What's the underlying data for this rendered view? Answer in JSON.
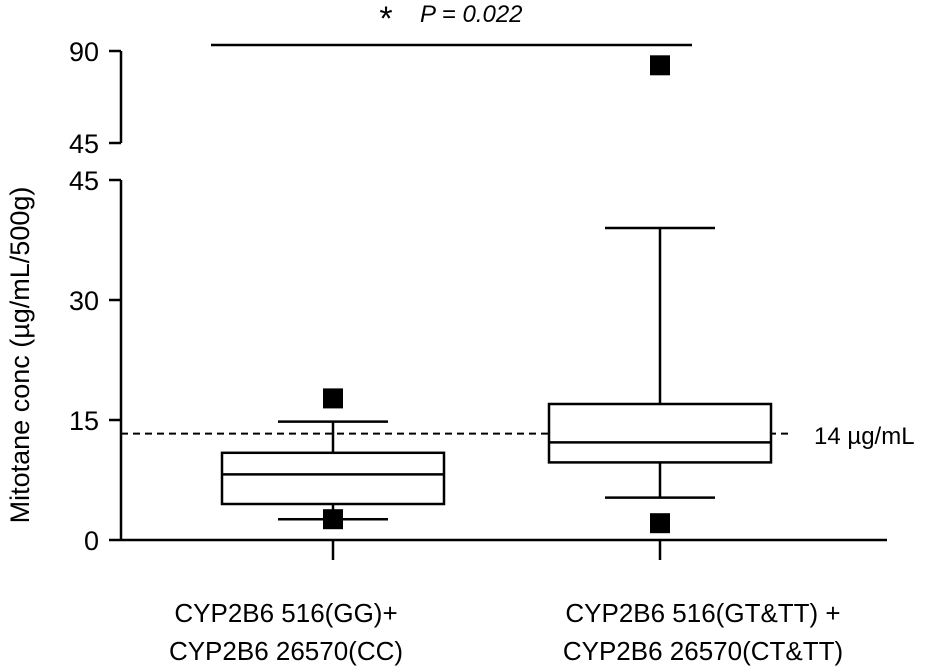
{
  "chart_data": {
    "type": "box",
    "ylabel": "Mitotane conc (µg/mL/500g)",
    "yaxis": {
      "broken": true,
      "lower_segment": {
        "range": [
          0,
          45
        ],
        "ticks": [
          0,
          15,
          30,
          45
        ],
        "tick_labels": [
          "0",
          "15",
          "30",
          "45"
        ]
      },
      "upper_segment": {
        "range": [
          45,
          90
        ],
        "ticks": [
          45,
          90
        ],
        "tick_labels": [
          "45",
          "90"
        ]
      }
    },
    "categories": [
      [
        "CYP2B6 516(GG)+",
        "CYP2B6 26570(CC)"
      ],
      [
        "CYP2B6 516(GT&TT) +",
        "CYP2B6 26570(CT&TT)"
      ]
    ],
    "boxes": [
      {
        "whisker_low": 2.6,
        "q1": 4.5,
        "median": 8.2,
        "q3": 10.9,
        "whisker_high": 14.8,
        "outliers": [
          17.7,
          2.6
        ]
      },
      {
        "whisker_low": 5.3,
        "q1": 9.7,
        "median": 12.2,
        "q3": 17.0,
        "whisker_high": 39.0,
        "outliers": [
          83.0,
          2.1
        ]
      }
    ],
    "reference_line": {
      "value": 13.3,
      "label": "14  µg/mL"
    },
    "significance": {
      "star": "*",
      "text": "P = 0.022"
    },
    "grid": false,
    "legend": "none"
  }
}
